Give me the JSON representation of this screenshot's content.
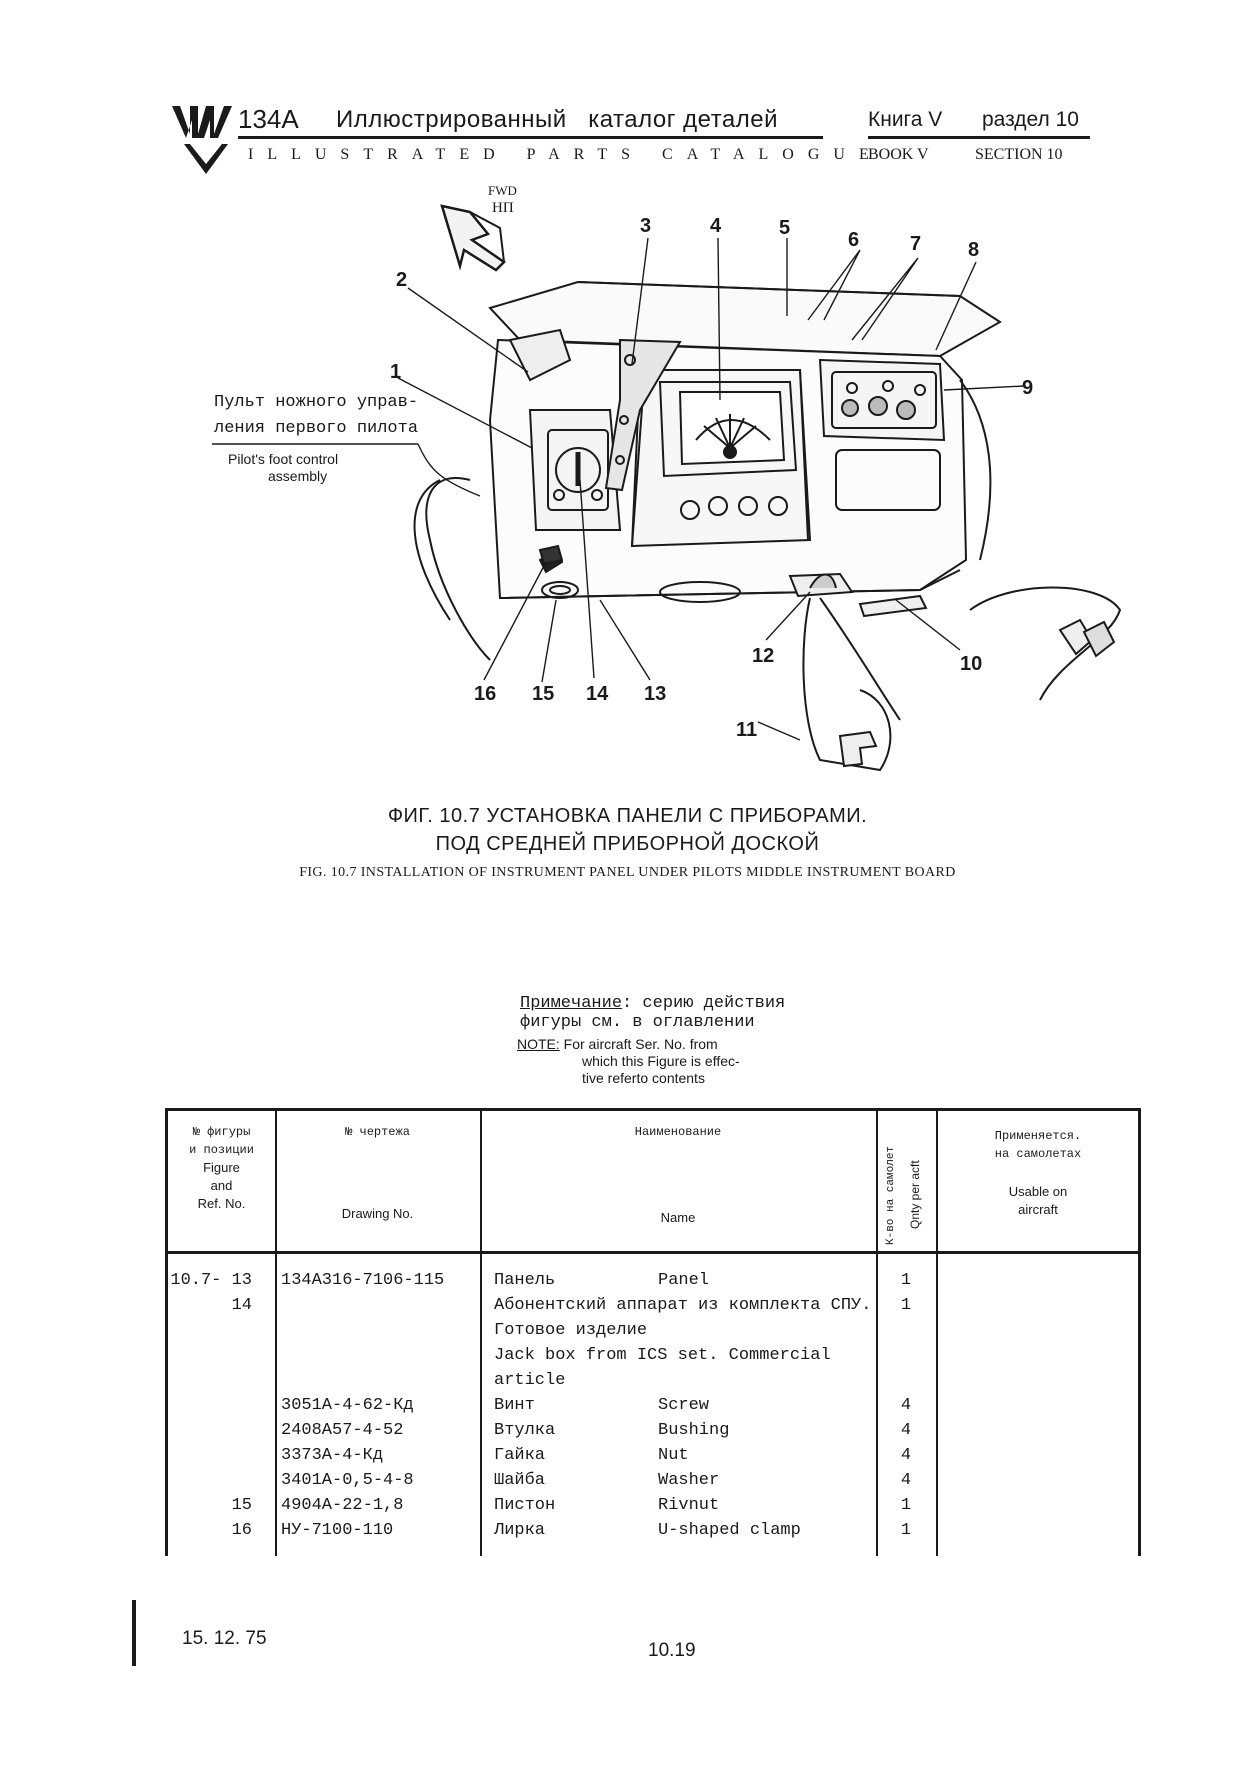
{
  "header": {
    "catalog_number": "134A",
    "title_ru": "Иллюстрированный   каталог деталей",
    "title_en": "ILLUSTRATED PARTS CATALOGUE",
    "book_ru": "Книга V",
    "section_ru": "раздел 10",
    "book_en": "BOOK V",
    "section_en": "SECTION 10"
  },
  "diagram": {
    "fwd_en": "FWD",
    "fwd_ru": "НП",
    "callouts": [
      "1",
      "2",
      "3",
      "4",
      "5",
      "6",
      "7",
      "8",
      "9",
      "10",
      "11",
      "12",
      "13",
      "14",
      "15",
      "16"
    ],
    "label_ru_line1": "Пульт ножного управ-",
    "label_ru_line2": "ления первого пилота",
    "label_en_line1": "Pilot's foot control",
    "label_en_line2": "assembly"
  },
  "caption": {
    "ru_line1": "ФИГ. 10.7 УСТАНОВКА ПАНЕЛИ С ПРИБОРАМИ.",
    "ru_line2": "ПОД СРЕДНЕЙ ПРИБОРНОЙ ДОСКОЙ",
    "en": "FIG. 10.7 INSTALLATION OF INSTRUMENT PANEL UNDER PILOTS  MIDDLE INSTRUMENT BOARD"
  },
  "note": {
    "ru_label": "Примечание",
    "ru_text1": ": серию действия",
    "ru_text2": "фигуры см. в оглавлении",
    "en_label": "NOTE:",
    "en_text1": "For aircraft Ser. No. from",
    "en_text2": "which this Figure is effec-",
    "en_text3": "tive referto contents"
  },
  "table": {
    "headers": {
      "fig_ru1": "№ фигуры",
      "fig_ru2": "и позиции",
      "fig_en1": "Figure",
      "fig_en2": "and",
      "fig_en3": "Ref. No.",
      "drawing_ru": "№ чертежа",
      "drawing_en": "Drawing No.",
      "name_ru": "Наименование",
      "name_en": "Name",
      "qty_ru": "К-во на самолет",
      "qty_en": "Qnty per acft",
      "usable_ru1": "Применяется.",
      "usable_ru2": "на самолетах",
      "usable_en1": "Usable on",
      "usable_en2": "aircraft"
    },
    "rows": [
      {
        "fig": "10.7- 13",
        "drawing": "134А316-7106-115",
        "name_ru": "Панель",
        "name_en": "Panel",
        "qty": "1"
      },
      {
        "fig": "14",
        "drawing": "",
        "name_ru": "Абонентский аппарат из комплекта СПУ.",
        "name_en": "",
        "qty": "1"
      },
      {
        "fig": "",
        "drawing": "",
        "name_ru": "Готовое изделие",
        "name_en": "",
        "qty": ""
      },
      {
        "fig": "",
        "drawing": "",
        "name_ru": "Jack box from ICS set. Commercial",
        "name_en": "",
        "qty": ""
      },
      {
        "fig": "",
        "drawing": "",
        "name_ru": "article",
        "name_en": "",
        "qty": ""
      },
      {
        "fig": "",
        "drawing": "3051А-4-62-Кд",
        "name_ru": "Винт",
        "name_en": "Screw",
        "qty": "4"
      },
      {
        "fig": "",
        "drawing": "2408А57-4-52",
        "name_ru": "Втулка",
        "name_en": "Bushing",
        "qty": "4"
      },
      {
        "fig": "",
        "drawing": "3373А-4-Кд",
        "name_ru": "Гайка",
        "name_en": "Nut",
        "qty": "4"
      },
      {
        "fig": "",
        "drawing": "3401А-0,5-4-8",
        "name_ru": "Шайба",
        "name_en": "Washer",
        "qty": "4"
      },
      {
        "fig": "15",
        "drawing": "4904А-22-1,8",
        "name_ru": "Пистон",
        "name_en": "Rivnut",
        "qty": "1"
      },
      {
        "fig": "16",
        "drawing": "НУ-7100-110",
        "name_ru": "Лирка",
        "name_en": "U-shaped clamp",
        "qty": "1"
      }
    ]
  },
  "footer": {
    "date": "15. 12. 75",
    "page": "10.19"
  }
}
